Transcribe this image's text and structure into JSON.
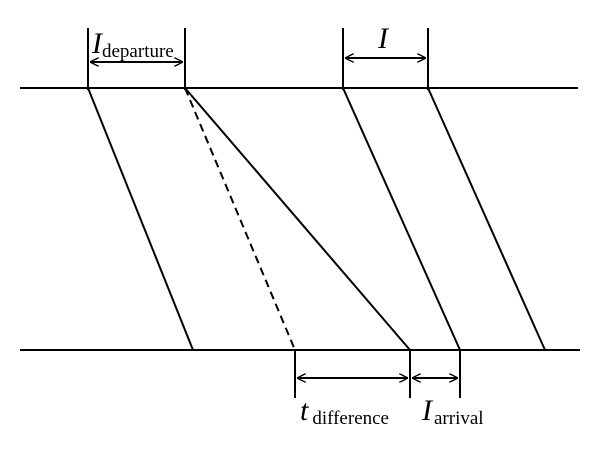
{
  "labels": {
    "departure": {
      "symbol": "I",
      "subscript": "departure"
    },
    "interval": {
      "symbol": "I"
    },
    "difference": {
      "symbol": "t",
      "subscript": "difference"
    },
    "arrival": {
      "symbol": "I",
      "subscript": "arrival"
    }
  },
  "colors": {
    "stroke": "#000000",
    "background": "#ffffff"
  }
}
